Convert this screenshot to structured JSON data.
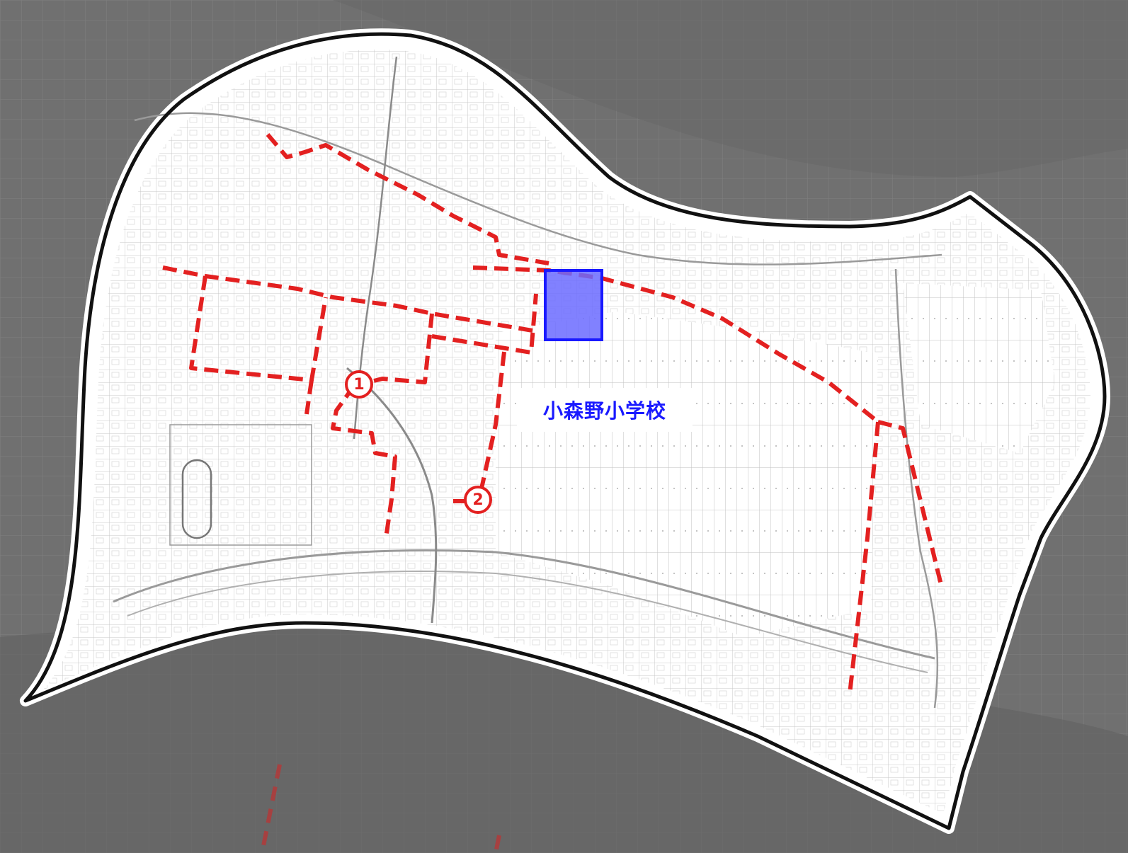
{
  "school": {
    "name": "小森野小学校",
    "label_color": "#1a1aff",
    "fill_color": "#6b6bff"
  },
  "markers": [
    {
      "id": "1",
      "label": "1"
    },
    {
      "id": "2",
      "label": "2"
    }
  ],
  "colors": {
    "background": "#6f6f6f",
    "district": "#ffffff",
    "boundary": "#111111",
    "route": "#e32020",
    "street_lines": "#b8b8b8"
  },
  "icons": [
    "route-marker-icon"
  ]
}
